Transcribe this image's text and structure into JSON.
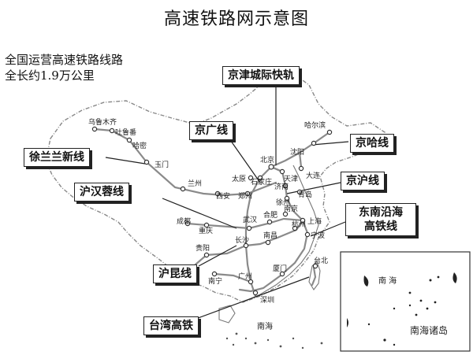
{
  "title": "高速铁路网示意图",
  "summary": {
    "line1": "全国运营高速铁路线路",
    "line2": "全长约1.9万公里"
  },
  "callouts": {
    "jingjin": "京津城际快轨",
    "jingguang": "京广线",
    "jingha": "京哈线",
    "xulanlan": "徐兰兰新线",
    "jinghu": "京沪线",
    "huhanrong": "沪汉蓉线",
    "dongnan_1": "东南沿海",
    "dongnan_2": "高铁线",
    "hukun": "沪昆线",
    "taiwan": "台湾高铁"
  },
  "cities": {
    "urumqi": "乌鲁木齐",
    "turpan": "吐鲁番",
    "hami": "哈密",
    "yumen": "玉门",
    "lanzhou": "兰州",
    "xian": "西安",
    "zhengzhou": "郑州",
    "taiyuan": "太原",
    "shijiazhuang": "石家庄",
    "beijing": "北京",
    "tianjin": "天津",
    "jinan": "济南",
    "qingdao": "青岛",
    "xuzhou": "徐州",
    "harbin": "哈尔滨",
    "shenyang": "沈阳",
    "dalian": "大连",
    "chengdu": "成都",
    "chongqing": "重庆",
    "wuhan": "武汉",
    "hefei": "合肥",
    "nanjing": "南京",
    "shanghai": "上海",
    "hangzhou": "杭州",
    "ningbo": "宁波",
    "nanchang": "南昌",
    "changsha": "长沙",
    "guiyang": "贵阳",
    "nanning": "南宁",
    "guangzhou": "广州",
    "shenzhen": "深圳",
    "xiamen": "厦门",
    "taibei": "台北"
  },
  "seas": {
    "south_sea": "南海",
    "inset_south_sea": "南 海",
    "inset_islands": "南海诸岛"
  }
}
